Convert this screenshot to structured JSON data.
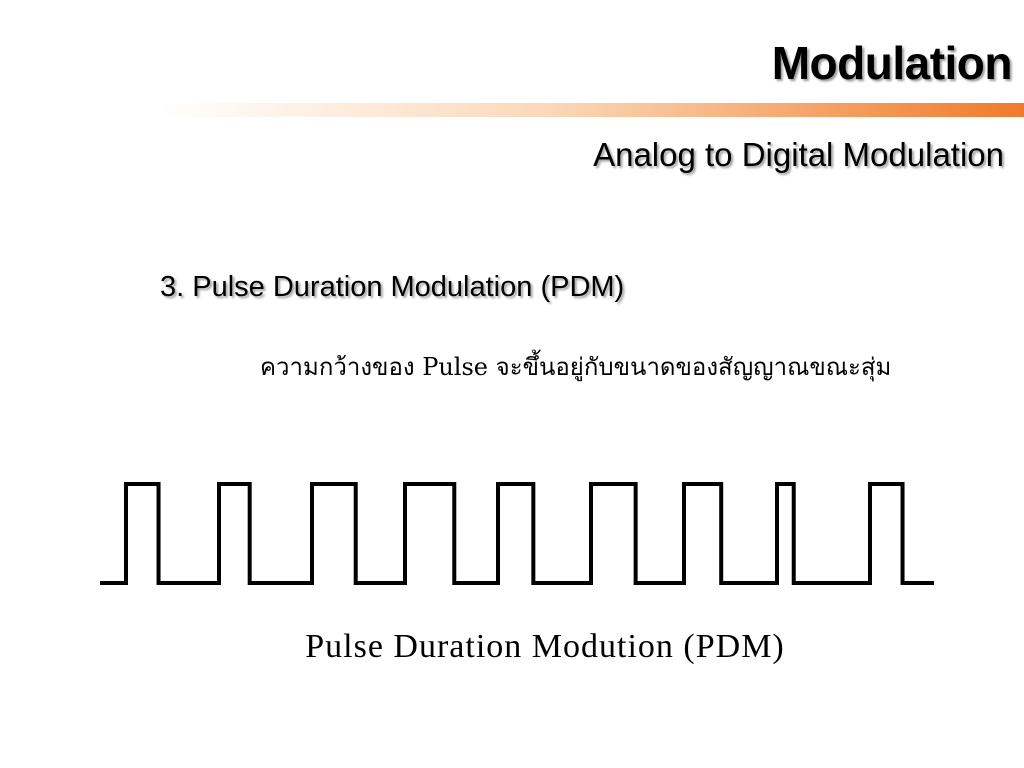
{
  "slide": {
    "title": "Modulation",
    "subtitle": "Analog to Digital Modulation",
    "section_heading": "3. Pulse Duration Modulation (PDM)",
    "description": "ความกว้างของ Pulse จะขึ้นอยู่กับขนาดของสัญญาณขณะสุ่ม",
    "waveform_caption": "Pulse Duration Modution (PDM)"
  },
  "colors": {
    "accent_start": "#ffffff",
    "accent_end": "#f07a2a",
    "text": "#000000"
  },
  "waveform": {
    "pulse_count": 9,
    "pulse_widths": [
      0.35,
      0.33,
      0.47,
      0.53,
      0.38,
      0.48,
      0.4,
      0.18,
      0.35
    ]
  }
}
